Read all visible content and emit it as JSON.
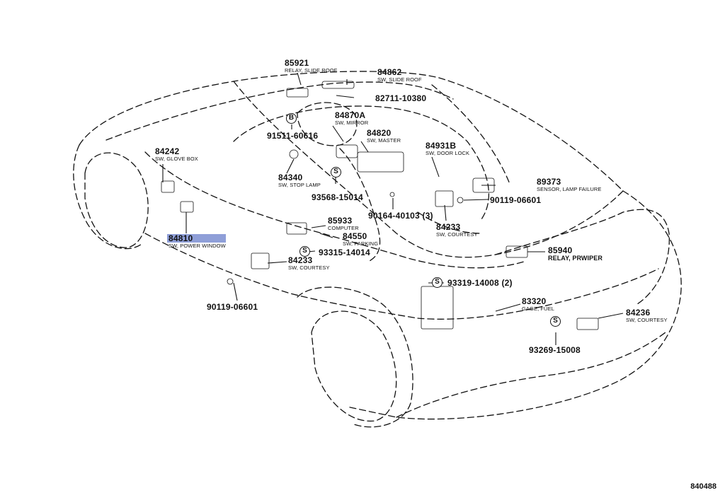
{
  "figure_number": "840488",
  "callouts": [
    {
      "id": "85921",
      "part": "85921",
      "desc": "RELAY, SLIDE ROOF"
    },
    {
      "id": "84862",
      "part": "84862",
      "desc": "SW, SLIDE ROOF"
    },
    {
      "id": "82711",
      "part": "82711-10380",
      "desc": ""
    },
    {
      "id": "84870A",
      "part": "84870A",
      "desc": "SW, MIRROR"
    },
    {
      "id": "91511",
      "part": "91511-60616",
      "desc": ""
    },
    {
      "id": "84820",
      "part": "84820",
      "desc": "SW, MASTER"
    },
    {
      "id": "84931B",
      "part": "84931B",
      "desc": "SW, DOOR LOCK"
    },
    {
      "id": "84242",
      "part": "84242",
      "desc": "SW, GLOVE BOX"
    },
    {
      "id": "84340",
      "part": "84340",
      "desc": "SW, STOP LAMP"
    },
    {
      "id": "89373",
      "part": "89373",
      "desc": "SENSOR, LAMP FAILURE"
    },
    {
      "id": "93568",
      "part": "93568-15014",
      "desc": ""
    },
    {
      "id": "90119a",
      "part": "90119-06601",
      "desc": ""
    },
    {
      "id": "90164",
      "part": "90164-40103 (3)",
      "desc": ""
    },
    {
      "id": "84233a",
      "part": "84233",
      "desc": "SW, COURTESY"
    },
    {
      "id": "85933",
      "part": "85933",
      "desc": "COMPUTER"
    },
    {
      "id": "84810",
      "part": "84810",
      "desc": "SW, POWER WINDOW"
    },
    {
      "id": "84550",
      "part": "84550",
      "desc": "SW, PARKING"
    },
    {
      "id": "93315",
      "part": "93315-14014",
      "desc": ""
    },
    {
      "id": "85940",
      "part": "85940",
      "desc": "RELAY, PRWIPER"
    },
    {
      "id": "84233b",
      "part": "84233",
      "desc": "SW, COURTESY"
    },
    {
      "id": "93319",
      "part": "93319-14008 (2)",
      "desc": ""
    },
    {
      "id": "90119b",
      "part": "90119-06601",
      "desc": ""
    },
    {
      "id": "83320",
      "part": "83320",
      "desc": "GAGE, FUEL"
    },
    {
      "id": "84236",
      "part": "84236",
      "desc": "SW, COURTESY"
    },
    {
      "id": "93269",
      "part": "93269-15008",
      "desc": ""
    }
  ],
  "markers": [
    {
      "id": "b1",
      "letter": "B"
    },
    {
      "id": "s1",
      "letter": "S"
    },
    {
      "id": "s2",
      "letter": "S"
    },
    {
      "id": "s3",
      "letter": "S"
    },
    {
      "id": "s4",
      "letter": "S"
    }
  ],
  "highlight_color": "#8f9fd8"
}
